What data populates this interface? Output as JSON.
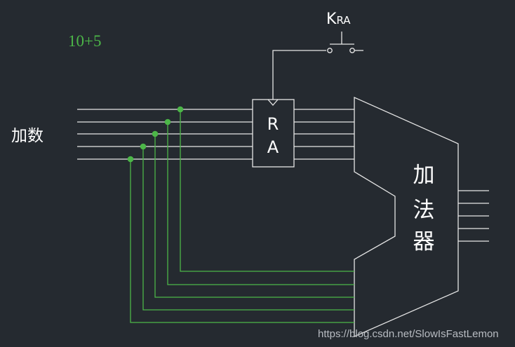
{
  "expression": "10+5",
  "input_label": "加数",
  "register": {
    "line1": "R",
    "line2": "A"
  },
  "adder_chars": [
    "加",
    "法",
    "器"
  ],
  "switch_label": {
    "main": "K",
    "sub": "RA"
  },
  "watermark": "https://blog.csdn.net/SlowIsFastLemon",
  "colors": {
    "background": "#252a30",
    "wire": "#e6e6e6",
    "tap": "#4cb648",
    "text": "#ffffff"
  }
}
